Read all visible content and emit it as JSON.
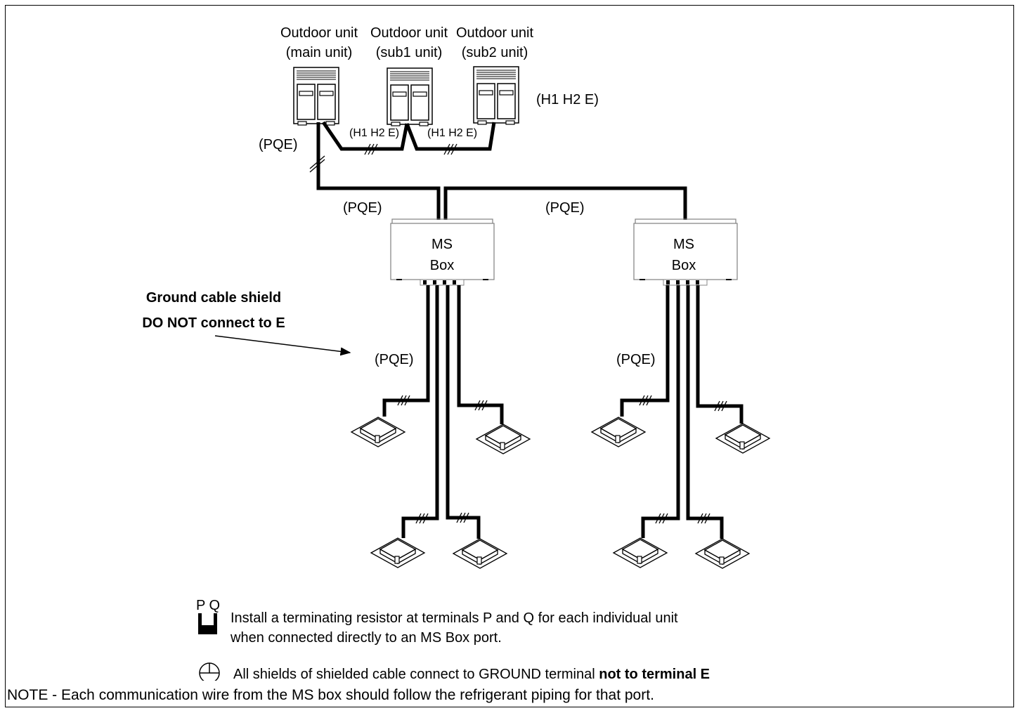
{
  "outdoor_units": [
    {
      "line1": "Outdoor unit",
      "line2": "(main unit)"
    },
    {
      "line1": "Outdoor unit",
      "line2": "(sub1 unit)"
    },
    {
      "line1": "Outdoor unit",
      "line2": "(sub2 unit)"
    }
  ],
  "wire_labels": {
    "h1h2e_right": "(H1 H2 E)",
    "h1h2e_link1": "(H1 H2 E)",
    "h1h2e_link2": "(H1 H2 E)",
    "pqe_main": "(PQE)",
    "pqe_left_trunk": "(PQE)",
    "pqe_right_trunk": "(PQE)",
    "pqe_left_branch": "(PQE)",
    "pqe_right_branch": "(PQE)"
  },
  "ms_boxes": [
    {
      "line1": "MS",
      "line2": "Box"
    },
    {
      "line1": "MS",
      "line2": "Box"
    }
  ],
  "ground_note": {
    "line1": "Ground cable shield",
    "line2": "DO NOT connect to E"
  },
  "legend": {
    "pq_label": "P Q",
    "resistor_line1": "Install a terminating resistor at terminals P and Q for each individual unit",
    "resistor_line2": "when connected directly to an MS Box port.",
    "ground_text": "All shields of shielded cable connect to GROUND terminal ",
    "ground_bold": "not to terminal E"
  },
  "note": "NOTE - Each communication wire from the MS box should follow the refrigerant piping for that port."
}
